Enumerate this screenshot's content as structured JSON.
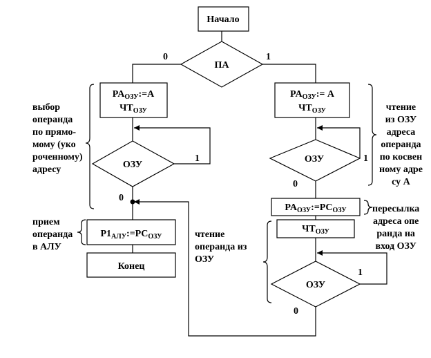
{
  "start": "Начало",
  "decision_pa": "ПА",
  "branch0": "0",
  "branch1": "1",
  "left_block": {
    "line1_a": "PA",
    "line1_sub": "ОЗУ",
    "line1_b": ":=A",
    "line2_a": "ЧТ",
    "line2_sub": "ОЗУ"
  },
  "right_block": {
    "line1_a": "PA",
    "line1_sub": "ОЗУ",
    "line1_b": ":= A",
    "line2_a": "ЧТ",
    "line2_sub": "ОЗУ"
  },
  "decision_ozu": "ОЗУ",
  "loop_one": "1",
  "exit_zero": "0",
  "alu_block": {
    "a": "P1",
    "sub_a": "АЛУ",
    "b": ":=PC",
    "sub_b": "ОЗУ"
  },
  "end": "Конец",
  "right_block2": {
    "a": "PA",
    "sub_a": "ОЗУ",
    "b": ":=PC",
    "sub_b": "ОЗУ"
  },
  "right_block3": {
    "a": "ЧТ",
    "sub_a": "ОЗУ"
  },
  "notes": {
    "direct": [
      "выбор",
      "операнда",
      "по прямо-",
      "мому (уко",
      "роченному)",
      "адресу"
    ],
    "indirect": [
      "чтение",
      "из ОЗУ",
      "адреса",
      "операнда",
      "по косвен",
      "ному адре",
      "су А"
    ],
    "receive": [
      "прием",
      "операнда",
      "в АЛУ"
    ],
    "read": [
      "чтение",
      "операнда из",
      "ОЗУ"
    ],
    "forward": [
      "пересылка",
      "адреса опе",
      "ранда на",
      "вход ОЗУ"
    ]
  }
}
